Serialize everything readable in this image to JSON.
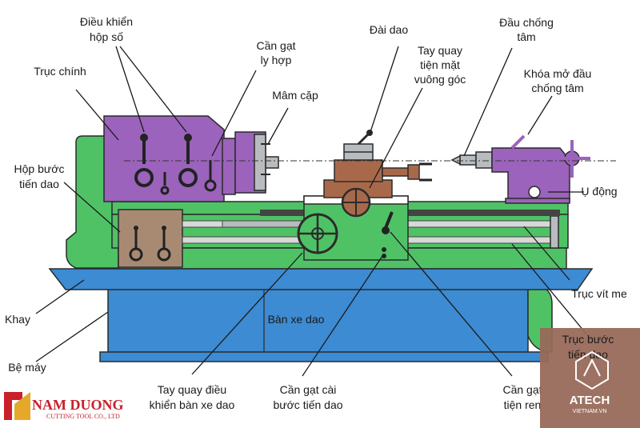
{
  "labels": {
    "dieu_khien_hop_so_1": "Điều khiển",
    "dieu_khien_hop_so_2": "hộp số",
    "truc_chinh": "Trục chính",
    "can_gat_ly_hop_1": "Cần gạt",
    "can_gat_ly_hop_2": "ly hợp",
    "mam_cap": "Mâm cặp",
    "dai_dao": "Đài dao",
    "tay_quay_tien_mat_1": "Tay quay",
    "tay_quay_tien_mat_2": "tiện mặt",
    "tay_quay_tien_mat_3": "vuông góc",
    "dau_chong_tam_1": "Đầu chống",
    "dau_chong_tam_2": "tâm",
    "khoa_mo_1": "Khóa mở đầu",
    "khoa_mo_2": "chống tâm",
    "hop_buoc_1": "Hộp bước",
    "hop_buoc_2": "tiến dao",
    "u_dong": "Ụ động",
    "truc_vit_me": "Trục vít me",
    "khay": "Khay",
    "ban_xe_dao": "Bàn xe dao",
    "be_may": "Bệ máy",
    "truc_buoc_1": "Trục bước",
    "truc_buoc_2": "tiến dao",
    "tay_quay_dk_1": "Tay quay điều",
    "tay_quay_dk_2": "khiển bàn xe dao",
    "can_gat_cai_1": "Cần gạt cài",
    "can_gat_cai_2": "bước tiến dao",
    "can_gat_tien_1": "Cần gạt",
    "can_gat_tien_2": "tiện ren"
  },
  "logos": {
    "left_line1": "NAM DUONG",
    "left_line2": "CUTTING TOOL CO., LTD",
    "right_line1": "ATECH",
    "right_line2": "VIETNAM.VN"
  },
  "colors": {
    "green": "#4fc266",
    "purple": "#9b63bb",
    "blue": "#3d8bd2",
    "tan": "#a88a73",
    "brown": "#a8694a",
    "grey": "#b9bcbf"
  }
}
